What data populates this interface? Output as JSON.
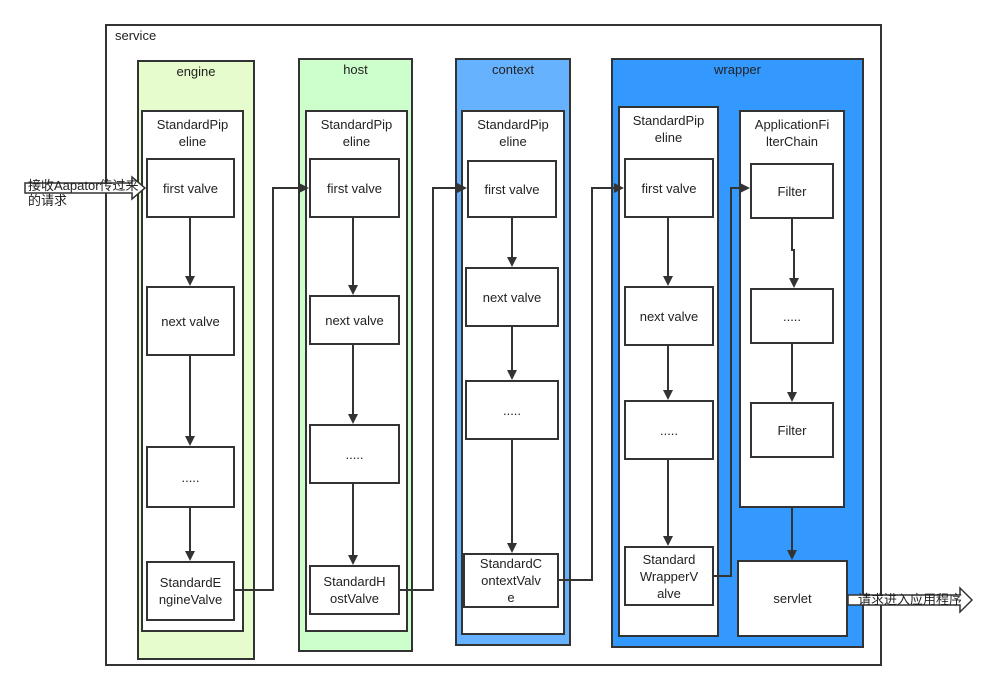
{
  "service": {
    "label": "service"
  },
  "lanes": {
    "engine": {
      "title": "engine",
      "color": "#e6fccc",
      "pipeline": "StandardPip\neline",
      "valves": [
        "first valve",
        "next valve",
        ".....",
        "StandardE\nngineValve"
      ]
    },
    "host": {
      "title": "host",
      "color": "#ccffcc",
      "pipeline": "StandardPip\neline",
      "valves": [
        "first valve",
        "next valve",
        ".....",
        "StandardH\nostValve"
      ]
    },
    "context": {
      "title": "context",
      "color": "#66b2ff",
      "pipeline": "StandardPip\neline",
      "valves": [
        "first valve",
        "next valve",
        ".....",
        "StandardC\nontextValv\ne"
      ]
    },
    "wrapper": {
      "title": "wrapper",
      "color": "#3399ff",
      "pipeline": "StandardPip\neline",
      "valves": [
        "first valve",
        "next valve",
        ".....",
        "Standard\nWrapperV\nalve"
      ],
      "filter_chain": {
        "title": "ApplicationFi\nlterChain",
        "items": [
          "Filter",
          ".....",
          "Filter"
        ]
      },
      "servlet": "servlet"
    }
  },
  "incoming_label": "接收Aapator传过来\n的请求",
  "outgoing_label": "请求进入应用程序"
}
